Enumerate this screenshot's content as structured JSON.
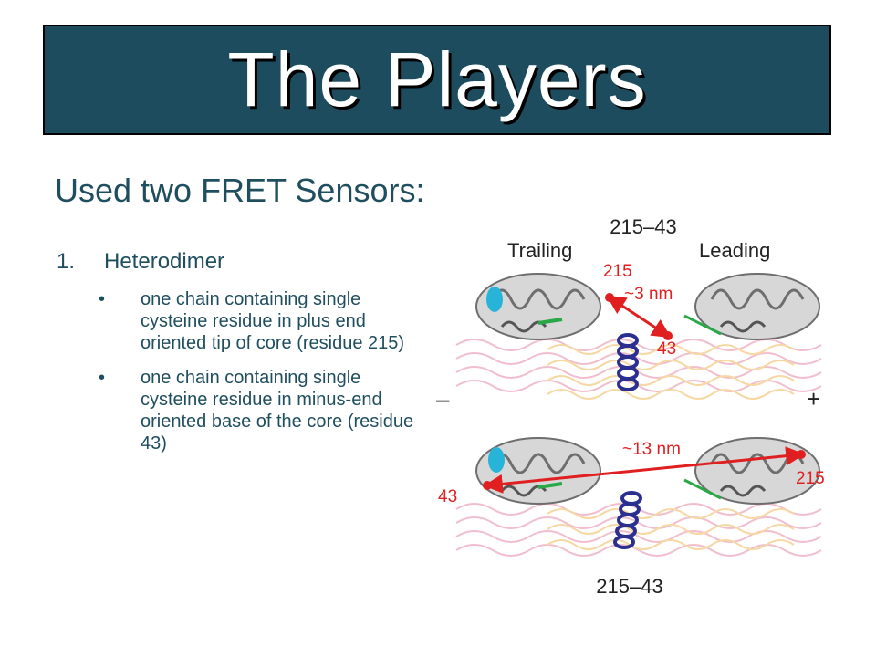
{
  "slide": {
    "title": "The Players",
    "subtitle": "Used two FRET Sensors:",
    "list": [
      {
        "number": "1.",
        "heading": "Heterodimer",
        "bullets": [
          "one chain containing single cysteine residue in plus end oriented tip of core (residue 215)",
          "one chain containing single cysteine residue in minus-end oriented base of the core (residue 43)"
        ]
      }
    ]
  },
  "figure": {
    "top_panel": {
      "label": "215–43",
      "left_label": "Trailing",
      "right_label": "Leading",
      "residue_a": "215",
      "residue_b": "43",
      "distance": "~3 nm"
    },
    "bottom_panel": {
      "label": "215–43",
      "residue_a": "215",
      "residue_b": "43",
      "distance": "~13 nm"
    },
    "minus_sign": "–",
    "plus_sign": "+",
    "colors": {
      "title_bar": "#1d4c5e",
      "text": "#1f4e5f",
      "arrow": "#e02020",
      "helix": "#2b2f8f",
      "protein": "#6e6e6e",
      "microtubule_pink": "#f0b8c8",
      "microtubule_orange": "#f5d49a"
    }
  }
}
